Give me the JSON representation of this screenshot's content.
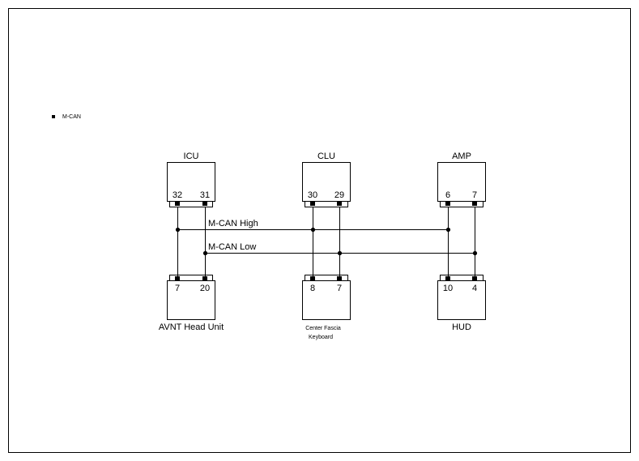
{
  "legend": {
    "bullet_label": "M-CAN"
  },
  "buses": {
    "high_label": "M-CAN High",
    "low_label": "M-CAN Low"
  },
  "modules": {
    "icu": {
      "name": "ICU",
      "pins": [
        "32",
        "31"
      ]
    },
    "clu": {
      "name": "CLU",
      "pins": [
        "30",
        "29"
      ]
    },
    "amp": {
      "name": "AMP",
      "pins": [
        "6",
        "7"
      ]
    },
    "avnt": {
      "name": "AVNT Head Unit",
      "pins": [
        "7",
        "20"
      ]
    },
    "cfk": {
      "name_line1": "Center Fascia",
      "name_line2": "Keyboard",
      "pins": [
        "8",
        "7"
      ]
    },
    "hud": {
      "name": "HUD",
      "pins": [
        "10",
        "4"
      ]
    }
  }
}
